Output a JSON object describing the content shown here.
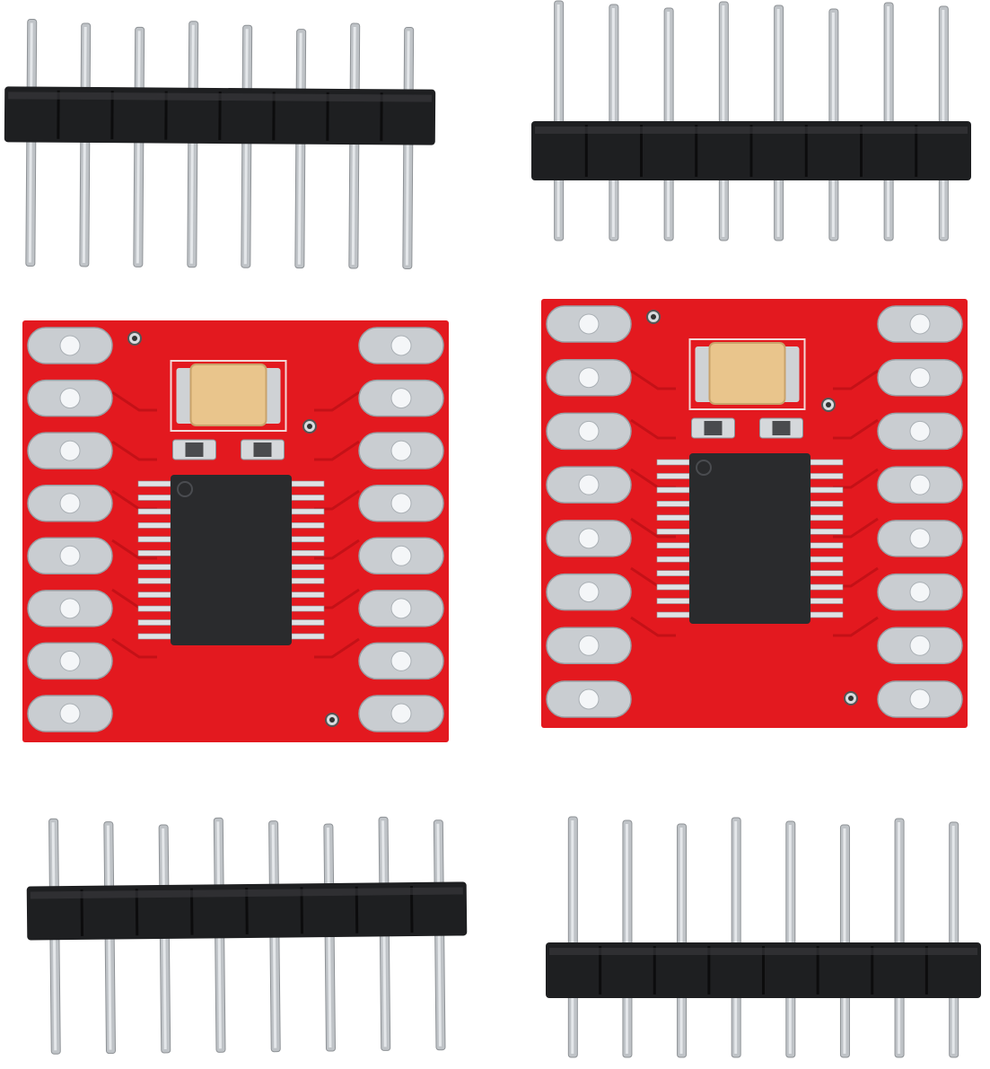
{
  "scene": {
    "description_free": true,
    "background": "#ffffff",
    "colors": {
      "pcb_red": "#e3191f",
      "pcb_dark_red": "#b80f14",
      "pad_silver": "#c9cdd1",
      "pad_hole": "#f4f6f8",
      "header_black": "#1e1f21",
      "pin_silver": "#bfc3c7",
      "capacitor_tan": "#e9c58c",
      "chip_black": "#2a2b2d"
    },
    "pin_headers": [
      {
        "name": "header-top-left",
        "pins": 8
      },
      {
        "name": "header-top-right",
        "pins": 8
      },
      {
        "name": "header-bottom-left",
        "pins": 8
      },
      {
        "name": "header-bottom-right",
        "pins": 8
      }
    ],
    "boards": [
      {
        "name": "driver-board-left",
        "pads_per_side": 8
      },
      {
        "name": "driver-board-right",
        "pads_per_side": 8
      }
    ]
  }
}
